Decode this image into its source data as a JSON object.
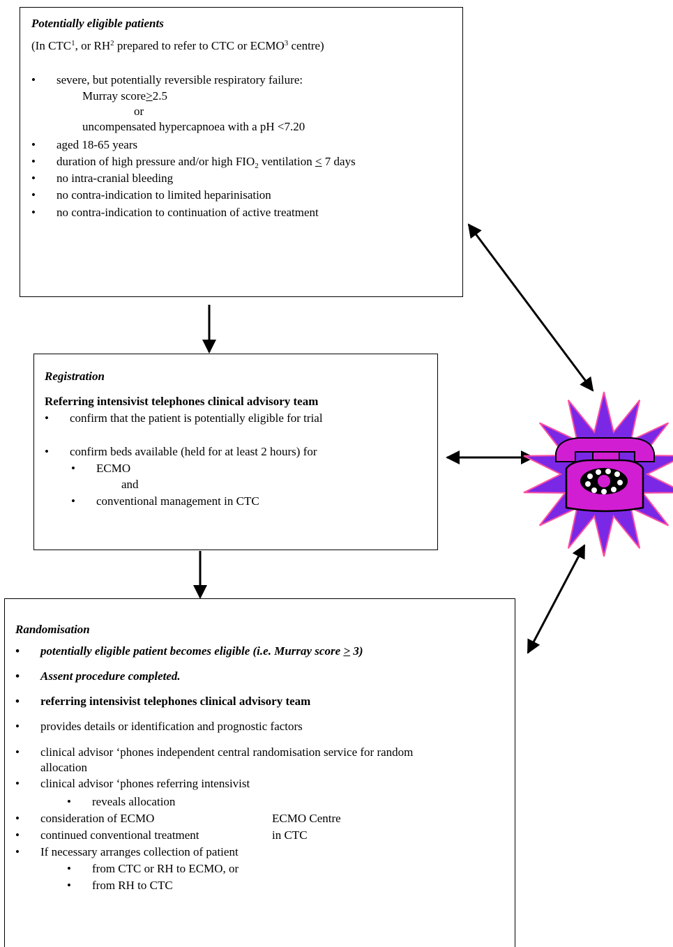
{
  "eligible": {
    "title": "Potentially eligible patients",
    "subtitle": {
      "a": "(In CTC",
      "s1": "1",
      "b": ", or RH",
      "s2": "2",
      "c": " prepared to refer to CTC or ECMO",
      "s3": "3",
      "d": " centre)"
    },
    "bullet1": "severe, but potentially reversible respiratory failure:",
    "murray_a": "Murray score",
    "murray_b": "2.5",
    "or": "or",
    "hypercap": "uncompensated hypercapnoea with a pH <7.20",
    "age": "aged 18-65 years",
    "duration": {
      "a": "duration of high pressure and/or  high FIO",
      "sub": "2",
      "b": " ventilation ",
      "c": "<",
      "d": " 7 days"
    },
    "bleeding": "no intra-cranial bleeding",
    "heparin": "no contra-indication to limited heparinisation",
    "active": "no contra-indication to continuation of active treatment"
  },
  "registration": {
    "title": "Registration",
    "heading": "Referring intensivist  telephones clinical advisory team",
    "confirm_eligible": "confirm that the patient is potentially eligible for trial",
    "confirm_beds": "confirm beds available (held for at least 2 hours) for",
    "ecmo": "ECMO",
    "and": "and",
    "conventional": "conventional management in CTC"
  },
  "randomisation": {
    "title": "Randomisation",
    "becomes_eligible": "potentially eligible patient becomes eligible (i.e. Murray score ",
    "ge": ">",
    "three": " 3)",
    "assent": "Assent procedure completed.",
    "telephones": "referring intensivist telephones clinical advisory team",
    "details": "provides details or identification and prognostic factors",
    "phones_central_1": "clinical advisor ‘phones independent central randomisation service for random",
    "phones_central_2": "allocation",
    "phones_referring": "clinical advisor ‘phones referring intensivist",
    "reveals": "reveals allocation",
    "consider_ecmo": "consideration of ECMO",
    "ecmo_centre": "ECMO Centre",
    "continued": "continued conventional treatment",
    "in_ctc": "in CTC",
    "arranges": "If necessary arranges collection of patient",
    "from_ctc": "from CTC or RH to ECMO, or",
    "from_rh": "from RH to CTC"
  },
  "colors": {
    "phone": "#d21ed2",
    "star": "#7b28e6",
    "star_glow": "#ff4fa0"
  }
}
